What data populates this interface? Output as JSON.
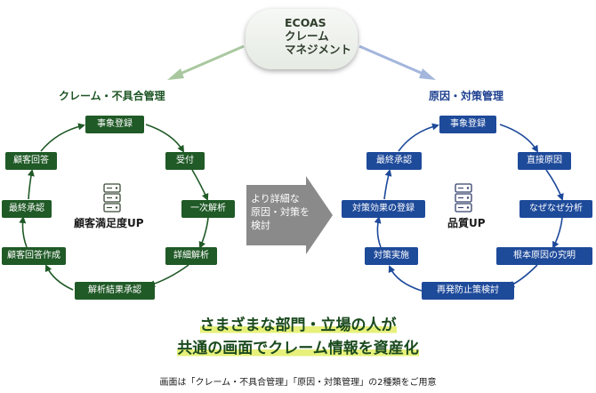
{
  "center_card": {
    "title": "ECOAS\nクレーム\nマネジメント",
    "icon": "server-icon"
  },
  "left_cycle": {
    "title": "クレーム・不具合管理",
    "center_label": "顧客満足度UP",
    "center_icon": "server-icon",
    "color": "#205a27",
    "steps": [
      "事象登録",
      "受付",
      "一次解析",
      "詳細解析",
      "解析結果承認",
      "顧客回答作成",
      "最終承認",
      "顧客回答"
    ]
  },
  "right_cycle": {
    "title": "原因・対策管理",
    "center_label": "品質UP",
    "center_icon": "server-icon",
    "color": "#1e4a9a",
    "steps": [
      "事象登録",
      "直接原因",
      "なぜなぜ分析",
      "根本原因の究明",
      "再発防止策検討",
      "対策実施",
      "対策効果の登録",
      "最終承認"
    ]
  },
  "middle_arrow": {
    "text": "より詳細な\n原因・対策を\n検討",
    "color": "#8a8a8a"
  },
  "headline": {
    "line1": "さまざまな部門・立場の人が",
    "line2": "共通の画面でクレーム情報を資産化"
  },
  "footnote": "画面は「クレーム・不具合管理」「原因・対策管理」の2種類をご用意"
}
